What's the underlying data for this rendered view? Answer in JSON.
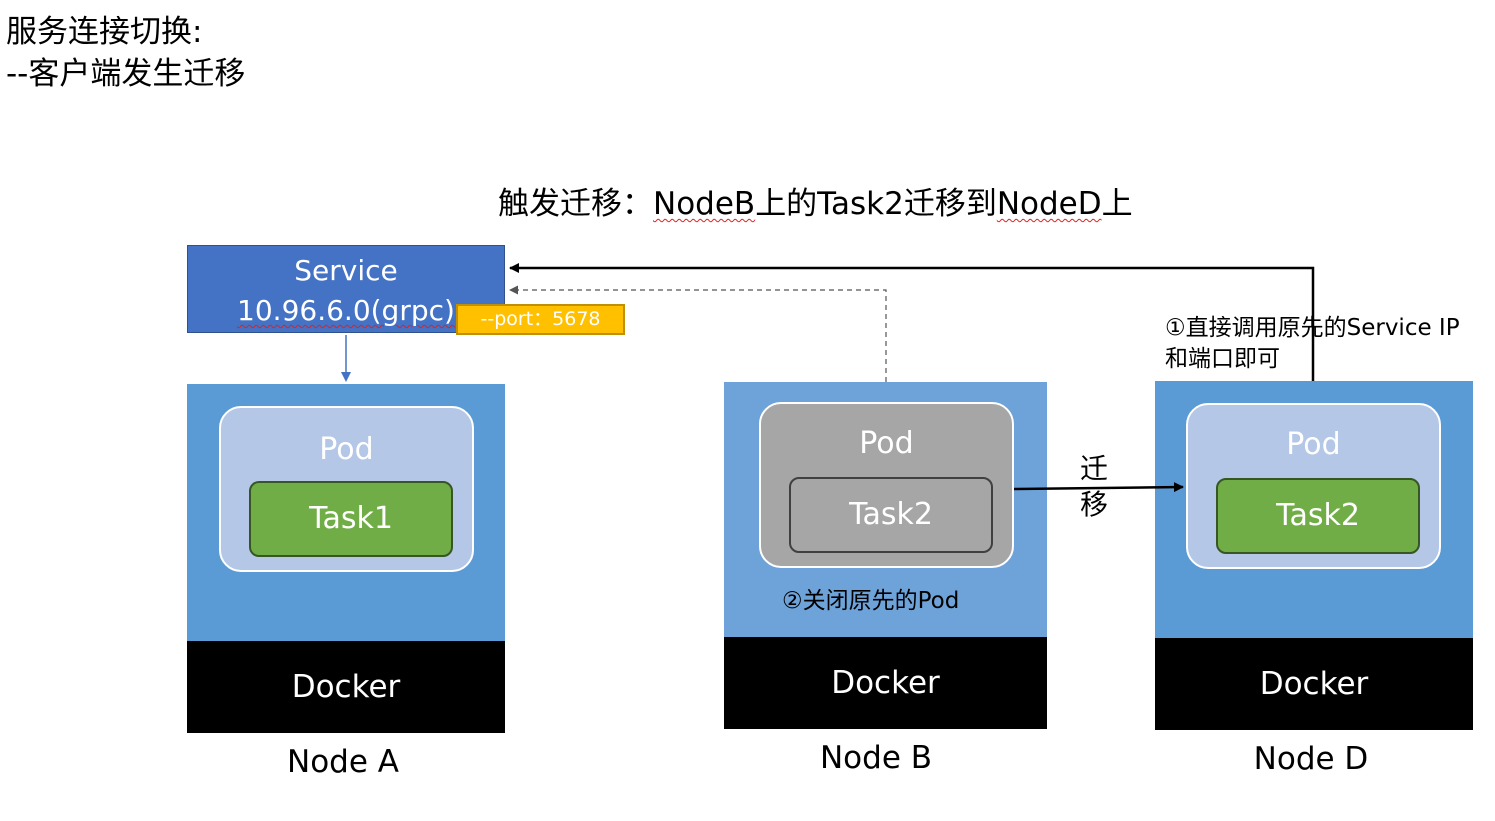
{
  "header": {
    "title_line1": "服务连接切换:",
    "title_line2": "--客户端发生迁移"
  },
  "trigger": {
    "prefix": "触发迁移：",
    "node_from": "NodeB",
    "middle": "上的Task2迁移到",
    "node_to": "NodeD",
    "suffix": "上"
  },
  "service": {
    "name": "Service",
    "address": "10.96.6.0(grpc)",
    "port_label": "--port：5678"
  },
  "nodes": [
    {
      "label": "Node A",
      "pod": "Pod",
      "task": "Task1",
      "docker": "Docker"
    },
    {
      "label": "Node B",
      "pod": "Pod",
      "task": "Task2",
      "docker": "Docker"
    },
    {
      "label": "Node D",
      "pod": "Pod",
      "task": "Task2",
      "docker": "Docker"
    }
  ],
  "annotations": {
    "direct_call_line1": "①直接调用原先的Service IP",
    "direct_call_line2": "和端口即可",
    "close_pod": "②关闭原先的Pod",
    "migrate_char1": "迁",
    "migrate_char2": "移"
  },
  "colors": {
    "service_blue": "#4472c4",
    "node_blue": "#5b9bd5",
    "pod_light": "#b4c7e7",
    "pod_gray": "#a6a6a6",
    "task_green": "#70ad47",
    "task_gray": "#a6a6a6",
    "port_orange": "#ffc000",
    "docker_black": "#000000"
  }
}
